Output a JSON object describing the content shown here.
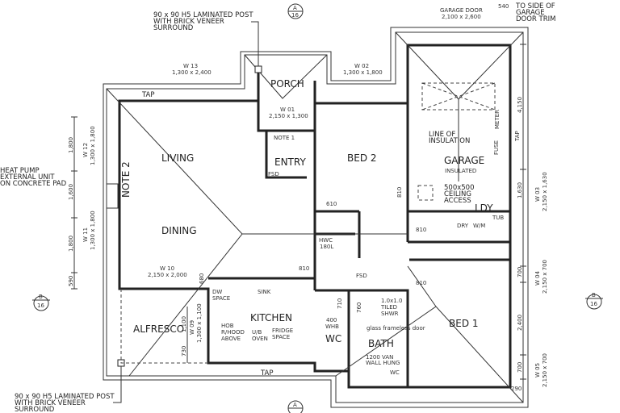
{
  "rooms": {
    "porch": "PORCH",
    "entry": "ENTRY",
    "living": "LIVING",
    "dining": "DINING",
    "bed2": "BED 2",
    "garage": "GARAGE",
    "garage_sub": "INSULATED",
    "ldy": "LDY",
    "kitchen": "KITCHEN",
    "alfresco": "ALFRESCO",
    "wc": "WC",
    "bath": "BATH",
    "bed1": "BED 1"
  },
  "notes": {
    "post_top": [
      "90 x 90 H5 LAMINATED POST",
      "WITH BRICK VENEER",
      "SURROUND"
    ],
    "post_bottom": [
      "90 x 90 H5 LAMINATED POST",
      "WITH BRICK VENEER",
      "SURROUND"
    ],
    "heat_pump": [
      "HEAT PUMP",
      "EXTERNAL UNIT",
      "ON CONCRETE PAD"
    ],
    "garage_door": [
      "GARAGE DOOR",
      "2,100 x 2,600"
    ],
    "door_trim": [
      "TO SIDE OF",
      "GARAGE",
      "DOOR TRIM"
    ],
    "door_trim_dim": "540",
    "insulation": [
      "LINE OF",
      "INSULATION"
    ],
    "ceiling_access": [
      "500x500",
      "CEILING",
      "ACCESS"
    ],
    "note1": "NOTE 1",
    "note2": "NOTE 2",
    "tap": "TAP",
    "meter": "METER",
    "fuse": "FUSE",
    "dry": "DRY",
    "wm": "W/M",
    "tub": "TUB",
    "hwc": [
      "HWC",
      "180L"
    ],
    "fsd": "FSD",
    "dw": [
      "DW",
      "SPACE"
    ],
    "sink": "SINK",
    "hob": [
      "HOB",
      "R/HOOD",
      "ABOVE"
    ],
    "oven": [
      "U/B",
      "OVEN"
    ],
    "fridge": [
      "FRIDGE",
      "SPACE"
    ],
    "whb": [
      "400",
      "WHB"
    ],
    "shower": [
      "1.0x1.0",
      "TILED",
      "SHWR"
    ],
    "vanity": [
      "1200 VAN",
      "WALL HUNG"
    ],
    "wc2": "WC",
    "glass": "glass frameless door"
  },
  "windows": [
    {
      "id": "W 13",
      "size": "1,300 x 2,400"
    },
    {
      "id": "W 02",
      "size": "1,300 x 1,800"
    },
    {
      "id": "W 01",
      "size": "2,150 x 1,300"
    },
    {
      "id": "W 12",
      "size": "1,300 x 1,800"
    },
    {
      "id": "W 11",
      "size": "1,300 x 1,800"
    },
    {
      "id": "W 10",
      "size": "2,150 x 2,000"
    },
    {
      "id": "W 09",
      "size": "1,300 x 1,100"
    },
    {
      "id": "W 03",
      "size": "2,150 x 1,630"
    },
    {
      "id": "W 04",
      "size": "2,150 x 700"
    },
    {
      "id": "W 05",
      "size": "2,150 x 700"
    }
  ],
  "dimensions": {
    "left": [
      "1,800",
      "1,600",
      "1,800",
      "590"
    ],
    "right": [
      "4,150",
      "1,630",
      "700",
      "2,400",
      "700",
      "290"
    ],
    "alfresco": [
      "1,100",
      "730",
      "680"
    ],
    "doors": [
      "810",
      "610",
      "710",
      "760"
    ]
  },
  "section_markers": [
    {
      "letter": "A",
      "sheet": "16"
    },
    {
      "letter": "B",
      "sheet": "16"
    }
  ]
}
